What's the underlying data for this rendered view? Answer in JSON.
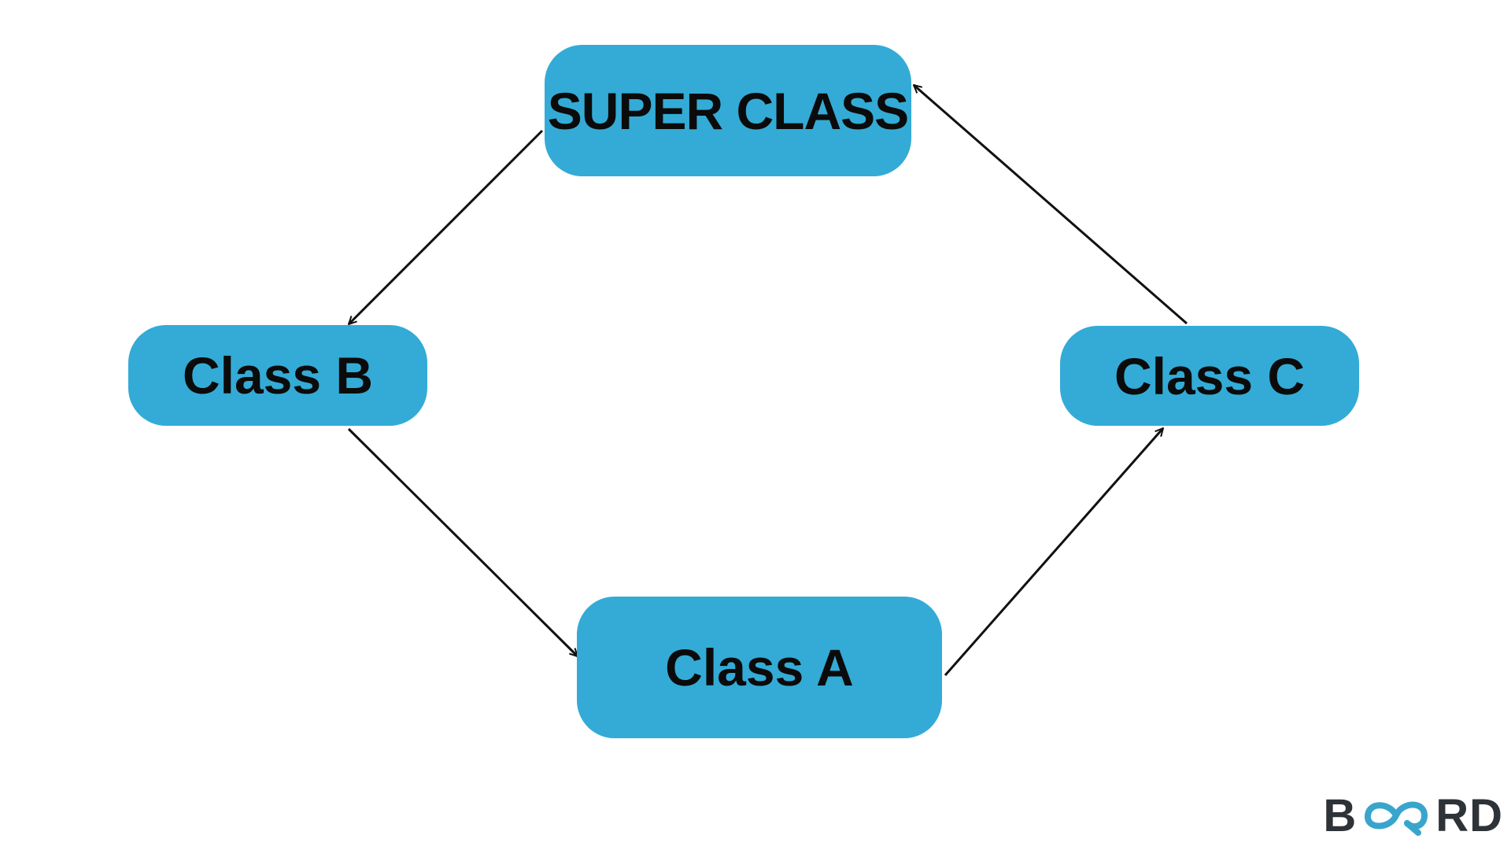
{
  "diagram": {
    "nodes": {
      "super": {
        "label": "SUPER CLASS"
      },
      "b": {
        "label": "Class B"
      },
      "c": {
        "label": "Class C"
      },
      "a": {
        "label": "Class A"
      }
    },
    "edges": [
      {
        "from": "SUPER CLASS",
        "to": "Class B"
      },
      {
        "from": "Class B",
        "to": "Class A"
      },
      {
        "from": "Class A",
        "to": "Class C"
      },
      {
        "from": "Class C",
        "to": "SUPER CLASS"
      }
    ],
    "colors": {
      "node_fill": "#33abd6",
      "node_text": "#0b0b0b",
      "edge": "#111111"
    }
  },
  "brand": {
    "logo_text": "BOARD",
    "logo_left": "B",
    "logo_right": "RD",
    "colors": {
      "dark": "#2e3338",
      "accent": "#3aa5cc"
    }
  }
}
